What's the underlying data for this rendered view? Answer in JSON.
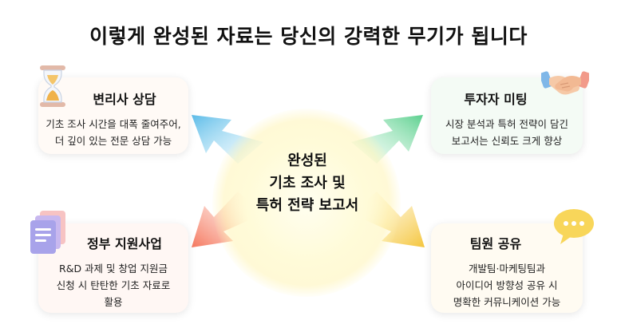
{
  "title": "이렇게 완성된 자료는 당신의 강력한 무기가 됩니다",
  "center": {
    "line1": "완성된",
    "line2": "기초 조사 및",
    "line3": "특허 전략 보고서"
  },
  "cards": {
    "top_left": {
      "icon": "hourglass-icon",
      "heading": "변리사 상담",
      "line1": "기초 조사 시간을 대폭 줄여주어,",
      "line2": "더 깊이 있는 전문 상담 가능"
    },
    "top_right": {
      "icon": "handshake-icon",
      "heading": "투자자 미팅",
      "line1": "시장 분석과 특허 전략이 담긴",
      "line2": "보고서는 신뢰도 크게 향상"
    },
    "bottom_left": {
      "icon": "documents-icon",
      "heading": "정부 지원사업",
      "line1": "R&D 과제 및 창업 지원금",
      "line2": "신청 시 탄탄한 기초 자료로",
      "line3": "활용"
    },
    "bottom_right": {
      "icon": "speech-bubble-icon",
      "heading": "팀원 공유",
      "line1": "개발팀·마케팅팀과",
      "line2": "아이디어 방향성 공유 시",
      "line3": "명확한 커뮤니케이션 가능"
    }
  },
  "colors": {
    "arrow_top_left": "#6ec3ea",
    "arrow_top_right": "#6fd49a",
    "arrow_bottom_left": "#f7866f",
    "arrow_bottom_right": "#f6cf4f",
    "center_glow": "#fff6b8"
  }
}
